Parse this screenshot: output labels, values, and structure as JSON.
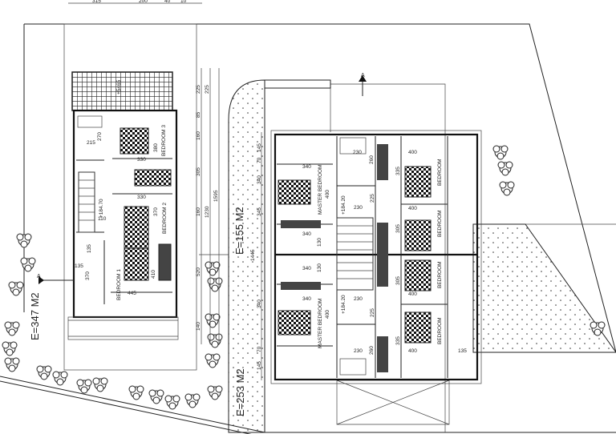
{
  "top_dims": [
    "315",
    "200",
    "40",
    "10"
  ],
  "area_labels": {
    "left_plot": "E=347 M2",
    "middle_path": "E=155 M2",
    "bottom_path": "E=253 M2"
  },
  "left_house": {
    "terrace_level": "+5465",
    "wc_dims": [
      "270",
      "215"
    ],
    "bedroom3": {
      "label": "BEDROOM 3",
      "depth": "380",
      "width": "330"
    },
    "bedroom2": {
      "label": "BEDROOM 2",
      "depth": "370",
      "width": "330"
    },
    "landing": {
      "level": "+184.70",
      "width": "110"
    },
    "bath_dims": [
      "135",
      "135",
      "370"
    ],
    "bedroom1": {
      "label": "BEDROOM 1",
      "depth": "410",
      "width": "445"
    }
  },
  "dimension_chain_left": [
    "225",
    "85",
    "160",
    "305",
    "160",
    "520",
    "140"
  ],
  "dimension_totals": [
    "225",
    "1230",
    "1595"
  ],
  "dimension_chain_right": [
    "145",
    "70",
    "340",
    "345",
    "1445",
    "340",
    "70",
    "145"
  ],
  "right_block": {
    "master_top": {
      "label": "MASTER BEDROOM",
      "width": "340",
      "depth": "400"
    },
    "bath_top": {
      "width": "230",
      "depth": "260"
    },
    "bedroom_a": {
      "label": "BEDROOM",
      "width": "400",
      "depth": "335"
    },
    "hall_top": {
      "level": "+184.20",
      "width": "230",
      "depth": "225"
    },
    "bedroom_b": {
      "label": "BEDROOM",
      "width": "400",
      "depth": "305"
    },
    "shower_top": {
      "width": "340",
      "depth": "130"
    },
    "shower_bottom": {
      "width": "340",
      "depth": "130"
    },
    "bedroom_c": {
      "label": "BEDROOM",
      "width": "400",
      "depth": "305"
    },
    "hall_bottom": {
      "level": "+184.20",
      "width": "230",
      "depth": "225"
    },
    "master_bottom": {
      "label": "MASTER BEDROOM",
      "width": "340",
      "depth": "400"
    },
    "bedroom_d": {
      "label": "BEDROOM",
      "width": "400",
      "depth": "335"
    },
    "bath_bottom": {
      "width": "230",
      "depth": "260"
    },
    "side_gap": "135"
  },
  "section_markers": [
    "A",
    "A"
  ],
  "colors": {
    "line": "#222222",
    "background": "#ffffff",
    "hatch": "#111111"
  }
}
